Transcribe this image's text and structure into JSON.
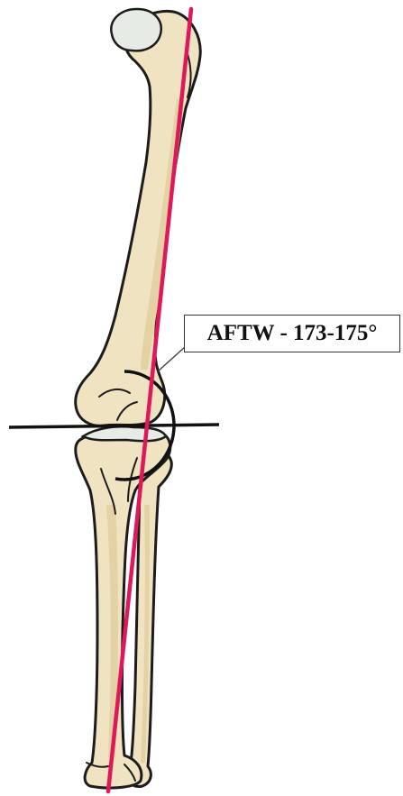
{
  "annotation": {
    "label": "AFTW - 173-175°"
  },
  "colors": {
    "axis_line": "#e0185a",
    "joint_line": "#111111",
    "angle_arc": "#111111",
    "bone_fill": "#efe3c2",
    "outline": "#1c1c1c"
  },
  "icons": {
    "femur": "femur-bone-drawing",
    "tibia": "tibia-bone-drawing",
    "fibula": "fibula-bone-drawing"
  }
}
